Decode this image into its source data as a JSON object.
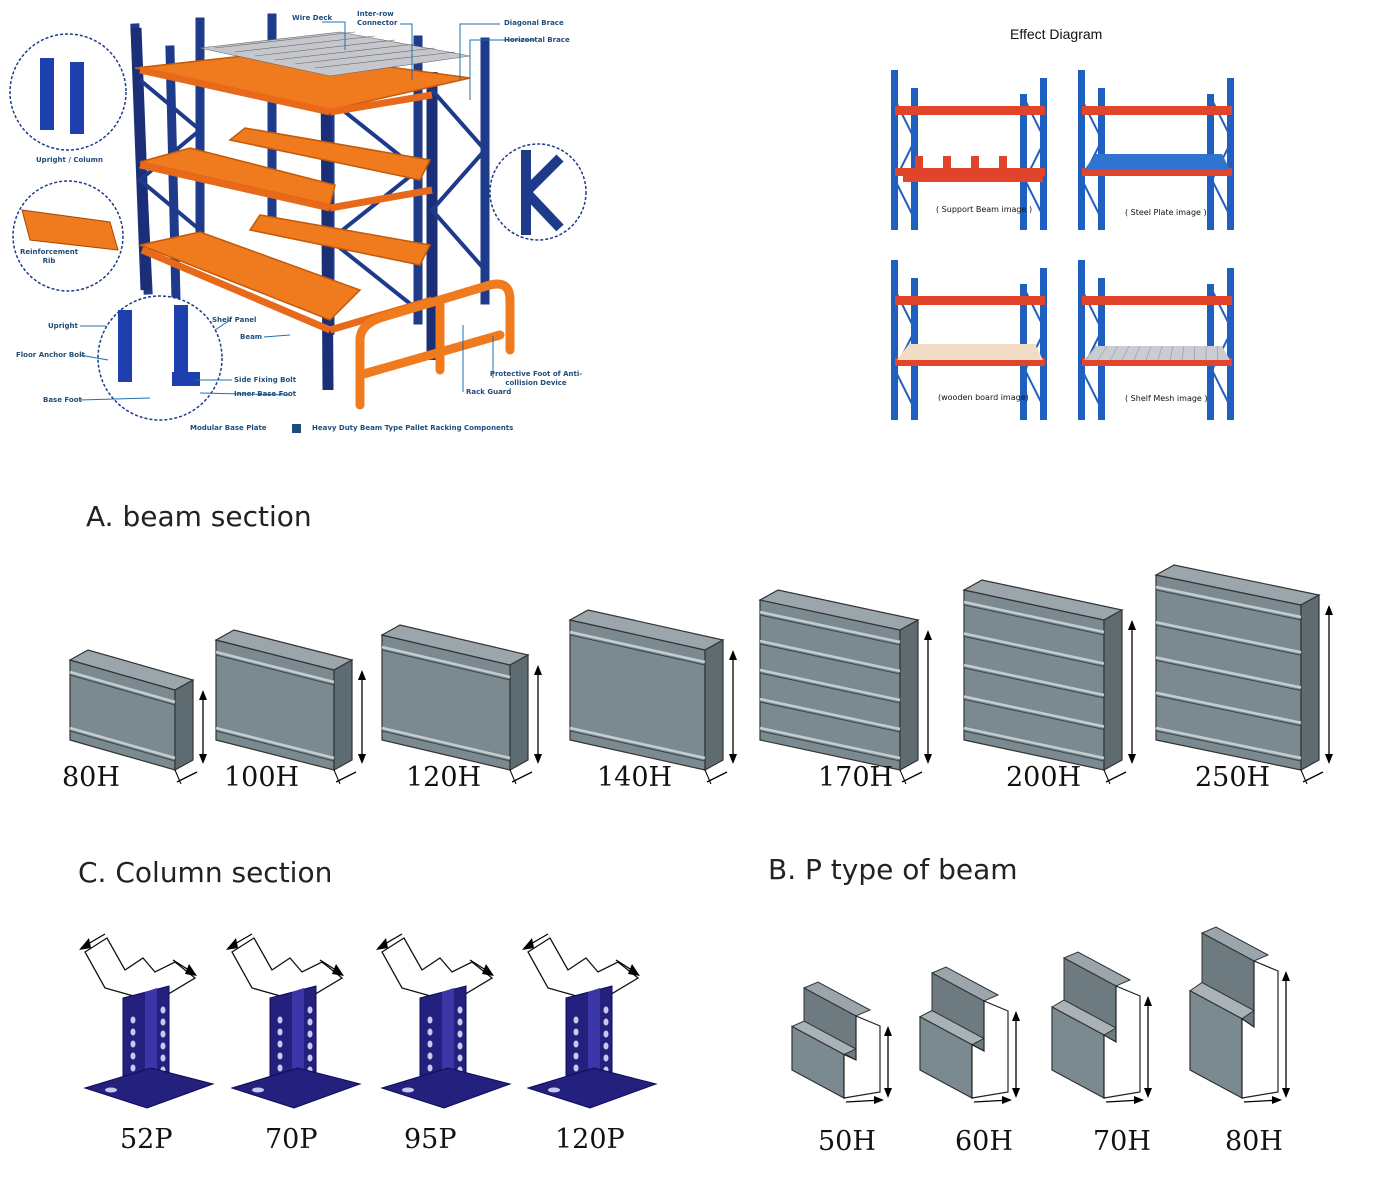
{
  "colors": {
    "upright_blue": "#1e3a8a",
    "beam_orange": "#f07a1e",
    "effect_blue": "#1f5fbf",
    "effect_red": "#e0442a",
    "steel_gray": "#7b8a90",
    "column_navy": "#24217e",
    "callout_blue": "#1f4d7a"
  },
  "icons": [
    "upright-detail-icon",
    "brace-detail-icon",
    "rib-detail-icon",
    "base-detail-icon",
    "rack-illustration-icon"
  ],
  "components": {
    "labels": {
      "wire_deck": "Wire Deck",
      "inter_row_connector": "Inter-row Connector",
      "diagonal_brace": "Diagonal Brace",
      "horizontal_brace": "Horizontal Brace",
      "upright_column": "Upright / Column",
      "reinforcement_rib": "Reinforcement Rib",
      "upright": "Upright",
      "floor_anchor_bolt": "Floor Anchor Bolt",
      "base_foot": "Base Foot",
      "shelf_panel": "Shelf Panel",
      "beam": "Beam",
      "side_fixing_bolt": "Side Fixing Bolt",
      "inner_base_foot": "Inner Base Foot",
      "protective_foot": "Protective Foot of Anti-collision Device",
      "rack_guard": "Rack Guard",
      "modular_base_plate": "Modular Base Plate"
    },
    "legend": "Heavy Duty Beam Type Pallet Racking Components"
  },
  "effect": {
    "title": "Effect Diagram",
    "items": [
      {
        "caption": "( Support Beam image )",
        "shelf": "beams",
        "color": "#e0442a"
      },
      {
        "caption": "( Steel Plate image )",
        "shelf": "plate",
        "color": "#2f74d0"
      },
      {
        "caption": "(wooden board image)",
        "shelf": "board",
        "color": "#f1dcc4"
      },
      {
        "caption": "( Shelf Mesh image )",
        "shelf": "mesh",
        "color": "#c9ccd2"
      }
    ]
  },
  "sections": {
    "a_title": "A. beam section",
    "a_items": [
      "80H",
      "100H",
      "120H",
      "140H",
      "170H",
      "200H",
      "250H"
    ],
    "c_title": "C. Column section",
    "c_items": [
      "52P",
      "70P",
      "95P",
      "120P"
    ],
    "b_title": "B. P type of beam",
    "b_items": [
      "50H",
      "60H",
      "70H",
      "80H"
    ]
  }
}
